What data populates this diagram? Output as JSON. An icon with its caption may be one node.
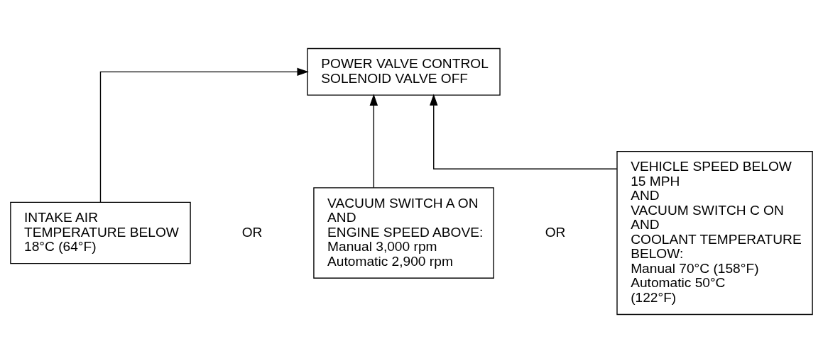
{
  "diagram": {
    "nodes": [
      {
        "text": [
          "POWER VALVE CONTROL SOLENOID VALVE OFF"
        ]
      },
      {
        "text": [
          "INTAKE AIR TEMPERATURE BELOW 18°C (64°F)"
        ]
      },
      {
        "text": [
          "VACUUM SWITCH A ON",
          "AND",
          "ENGINE SPEED ABOVE:",
          "Manual 3,000 rpm",
          "Automatic 2,900 rpm"
        ]
      },
      {
        "text": [
          "VEHICLE SPEED BELOW 15 MPH",
          "AND",
          "VACUUM SWITCH C ON",
          "AND",
          "COOLANT TEMPERATURE BELOW:",
          "Manual 70°C (158°F)",
          "Automatic 50°C (122°F)"
        ]
      }
    ],
    "edges": [
      {
        "from": 1,
        "to": 0,
        "arrow": "to"
      },
      {
        "from": 2,
        "to": 0,
        "arrow": "to"
      },
      {
        "from": 3,
        "to": 0,
        "arrow": "to"
      }
    ],
    "labels": [
      "OR",
      "OR"
    ]
  }
}
